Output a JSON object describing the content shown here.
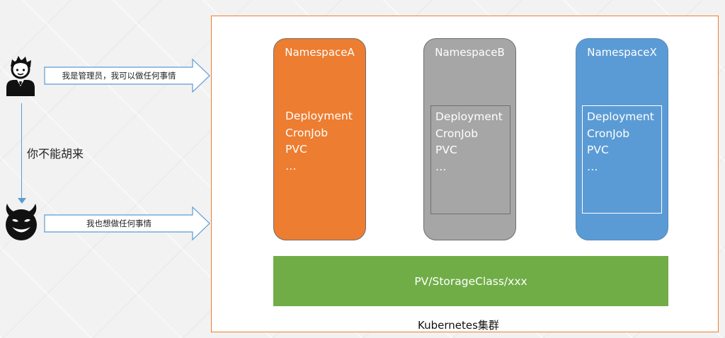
{
  "actors": {
    "admin_icon": "admin-person-icon",
    "intruder_icon": "devil-face-icon"
  },
  "arrows": {
    "admin_message": "我是管理员，我可以做任何事情",
    "intruder_message": "我也想做任何事情"
  },
  "warning": "你不能胡来",
  "namespaces": [
    {
      "title": "NamespaceA",
      "items": [
        "Deployment",
        "CronJob",
        "PVC",
        "…"
      ],
      "color": "#ed7d31"
    },
    {
      "title": "NamespaceB",
      "items": [
        "Deployment",
        "CronJob",
        "PVC",
        "…"
      ],
      "color": "#a6a6a6"
    },
    {
      "title": "NamespaceX",
      "items": [
        "Deployment",
        "CronJob",
        "PVC",
        "…"
      ],
      "color": "#5b9bd5"
    }
  ],
  "storage_label": "PV/StorageClass/xxx",
  "cluster_label": "Kubernetes集群",
  "colors": {
    "cluster_border": "#ed7d31",
    "storage": "#70ad47",
    "arrow": "#5b9bd5"
  }
}
